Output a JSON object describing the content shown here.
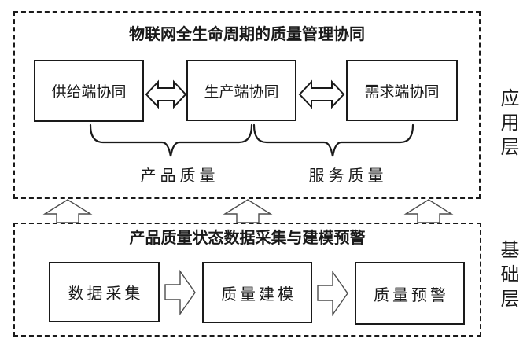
{
  "application_layer": {
    "side_label": "应用层",
    "title": "物联网全生命周期的质量管理协同",
    "nodes": [
      {
        "label": "供给端协同"
      },
      {
        "label": "生产端协同"
      },
      {
        "label": "需求端协同"
      }
    ],
    "brace_labels": [
      {
        "label": "产品质量"
      },
      {
        "label": "服务质量"
      }
    ]
  },
  "base_layer": {
    "side_label": "基础层",
    "title": "产品质量状态数据采集与建模预警",
    "nodes": [
      {
        "label": "数据采集"
      },
      {
        "label": "质量建模"
      },
      {
        "label": "质量预警"
      }
    ]
  },
  "icons": {
    "bidirectional_arrow": "hollow-double-headed-horizontal-arrow",
    "up_arrow": "hollow-up-arrow",
    "right_arrow": "hollow-right-arrow",
    "brace": "horizontal-underbrace"
  },
  "colors": {
    "background": "#ffffff",
    "line": "#1a1a1a",
    "arrow_outline": "#4d4d4d",
    "text": "#1a1a1a"
  }
}
